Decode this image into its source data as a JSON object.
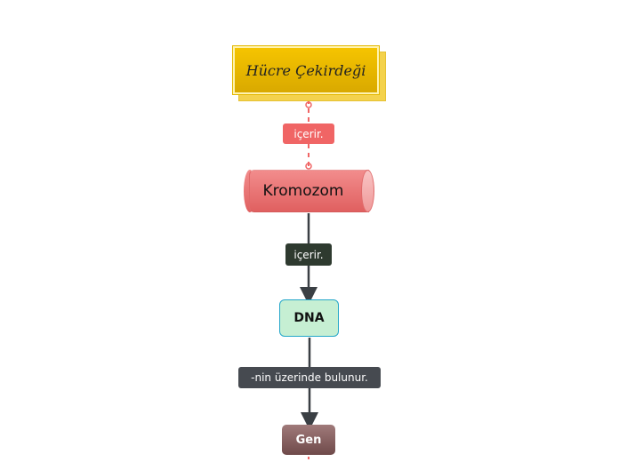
{
  "diagram": {
    "nodes": {
      "root": "Hücre Çekirdeği",
      "chromosome": "Kromozom",
      "dna": "DNA",
      "gene": "Gen"
    },
    "links": [
      {
        "from": "Hücre Çekirdeği",
        "to": "Kromozom",
        "label": "içerir."
      },
      {
        "from": "Kromozom",
        "to": "DNA",
        "label": "içerir."
      },
      {
        "from": "DNA",
        "to": "Gen",
        "label": "-nin üzerinde bulunur."
      }
    ]
  },
  "colors": {
    "root": "#f5c400",
    "label_link1": "#f06565",
    "chromosome": "#ef7b7b",
    "label_link2": "#2e3a2f",
    "dna_fill": "#c6efd3",
    "dna_border": "#25a7c9",
    "label_link3": "#464a50",
    "gene": "#8a6363"
  }
}
